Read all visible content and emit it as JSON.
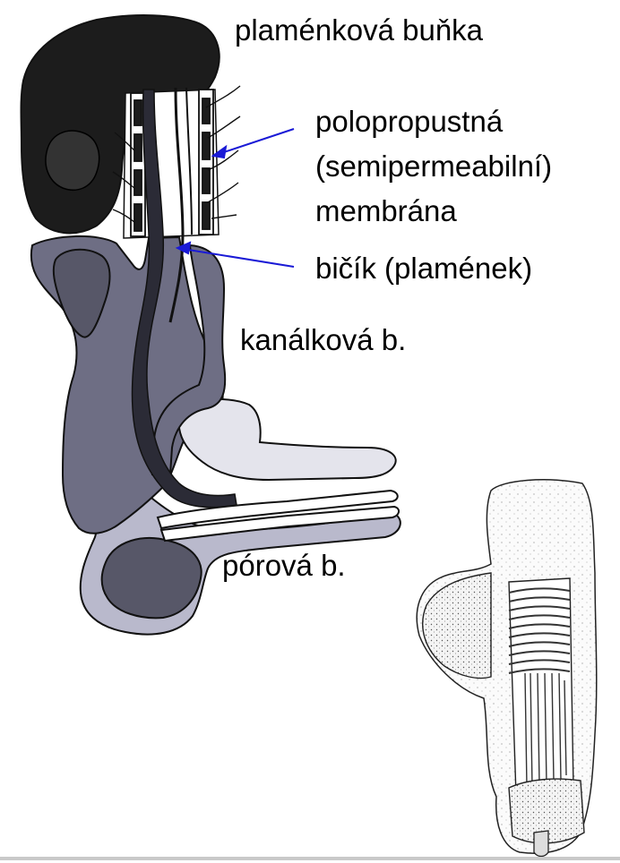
{
  "labels": {
    "flame_cell": "plaménková buňka",
    "membrane_line1": "polopropustná",
    "membrane_line2": "(semipermeabilní)",
    "membrane_line3": "membrána",
    "flagellum": "bičík (plamének)",
    "canal_cell": "kanálková b.",
    "pore_cell": "pórová b."
  },
  "colors": {
    "flame_cell_fill": "#1c1c1c",
    "canal_cell_fill": "#6e6e84",
    "canal_cell_light_fill": "#e4e4ec",
    "pore_cell_fill": "#b9b9cc",
    "pore_cell_dark_fill": "#575768",
    "pointer_arrow": "#1a1ad6",
    "outline": "#111111"
  },
  "icons": {
    "membrane_pointer": "arrow-left-icon",
    "flagellum_pointer": "arrow-left-icon"
  }
}
